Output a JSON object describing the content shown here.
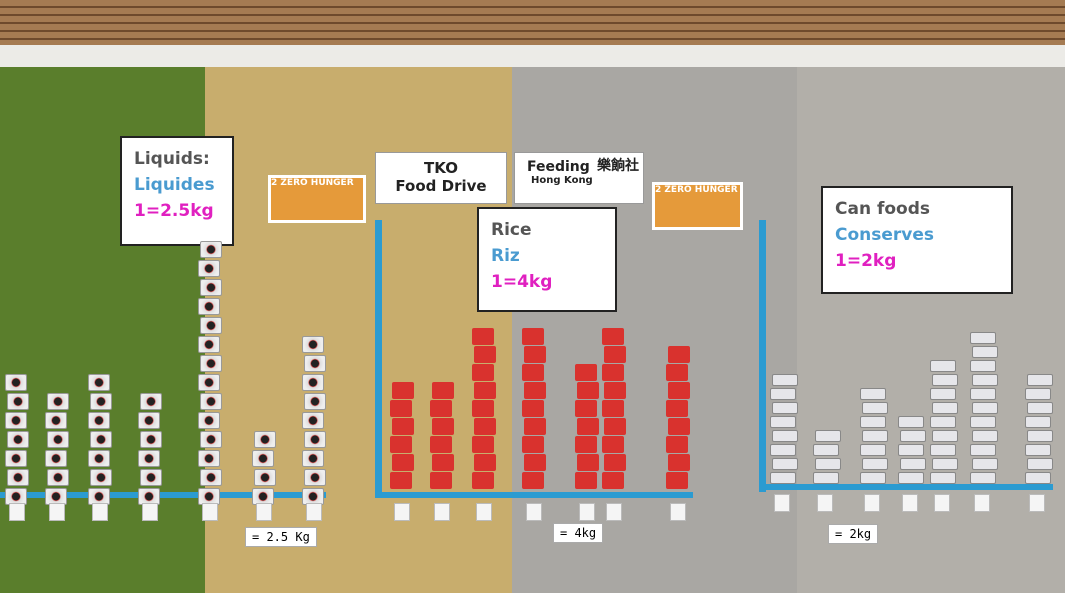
{
  "signs": {
    "tko_line1": "TKO",
    "tko_line2": "Food Drive",
    "feeding_line1": "Feeding",
    "feeding_line2": "Hong Kong",
    "feeding_chinese": "樂餉社",
    "sdg": "2 ZERO HUNGER"
  },
  "liquids": {
    "en": "Liquids:",
    "fr": "Liquides",
    "weight": "1=2.5kg",
    "legend": "= 2.5 Kg",
    "columns": [
      7,
      6,
      7,
      6,
      14,
      4,
      9
    ]
  },
  "rice": {
    "en": "Rice",
    "fr": "Riz",
    "weight": "1=4kg",
    "legend": "= 4kg",
    "columns": [
      6,
      6,
      9,
      9,
      7,
      9,
      8
    ]
  },
  "cans": {
    "en": "Can foods",
    "fr": "Conserves",
    "weight": "1=2kg",
    "legend": "= 2kg",
    "columns": [
      8,
      4,
      7,
      5,
      9,
      11,
      8
    ]
  }
}
